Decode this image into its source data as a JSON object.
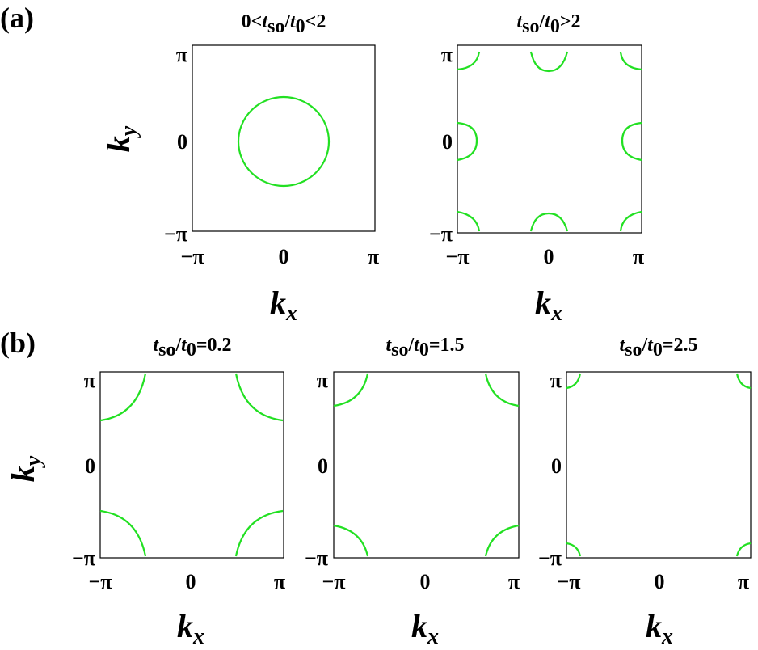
{
  "figure": {
    "section_a": {
      "label": "(a)",
      "plots": [
        {
          "title": {
            "pre": "0<",
            "num": "t",
            "num_sub": "so",
            "slash": "/",
            "den": "t",
            "den_sub": "0",
            "post": "<2"
          },
          "xlabel": {
            "main": "k",
            "sub": "x"
          },
          "ylabel": {
            "main": "k",
            "sub": "y"
          },
          "xticks": [
            "−π",
            "0",
            "π"
          ],
          "yticks": [
            "π",
            "0",
            "−π"
          ],
          "contour": "circle"
        },
        {
          "title": {
            "pre": "",
            "num": "t",
            "num_sub": "so",
            "slash": "/",
            "den": "t",
            "den_sub": "0",
            "post": ">2"
          },
          "xlabel": {
            "main": "k",
            "sub": "x"
          },
          "ylabel": {
            "main": "",
            "sub": ""
          },
          "xticks": [
            "−π",
            "0",
            "π"
          ],
          "yticks": [
            "π",
            "0",
            "−π"
          ],
          "contour": "edge-pockets"
        }
      ]
    },
    "section_b": {
      "label": "(b)",
      "plots": [
        {
          "title": {
            "pre": "",
            "num": "t",
            "num_sub": "so",
            "slash": "/",
            "den": "t",
            "den_sub": "0",
            "post": "=0.2"
          },
          "xlabel": {
            "main": "k",
            "sub": "x"
          },
          "ylabel": {
            "main": "k",
            "sub": "y"
          },
          "xticks": [
            "−π",
            "0",
            "π"
          ],
          "yticks": [
            "π",
            "0",
            "−π"
          ],
          "contour": "corner-large"
        },
        {
          "title": {
            "pre": "",
            "num": "t",
            "num_sub": "so",
            "slash": "/",
            "den": "t",
            "den_sub": "0",
            "post": "=1.5"
          },
          "xlabel": {
            "main": "k",
            "sub": "x"
          },
          "ylabel": {
            "main": "",
            "sub": ""
          },
          "xticks": [
            "−π",
            "0",
            "π"
          ],
          "yticks": [
            "π",
            "0",
            "−π"
          ],
          "contour": "corner-medium"
        },
        {
          "title": {
            "pre": "",
            "num": "t",
            "num_sub": "so",
            "slash": "/",
            "den": "t",
            "den_sub": "0",
            "post": "=2.5"
          },
          "xlabel": {
            "main": "k",
            "sub": "x"
          },
          "ylabel": {
            "main": "",
            "sub": ""
          },
          "xticks": [
            "−π",
            "0",
            "π"
          ],
          "yticks": [
            "π",
            "0",
            "−π"
          ],
          "contour": "corner-small"
        }
      ]
    },
    "colors": {
      "contour": "#22e022",
      "frame": "#000000"
    }
  }
}
